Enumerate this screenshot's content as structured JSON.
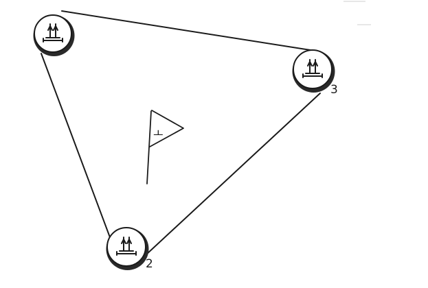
{
  "diagram": {
    "nodes": [
      {
        "id": "top-left",
        "label": ""
      },
      {
        "id": "bottom",
        "label": "2"
      },
      {
        "id": "right",
        "label": "3"
      }
    ],
    "flag": {
      "label": "ㅗ"
    },
    "colors": {
      "ink": "#1a1a1a",
      "paper": "#ffffff"
    },
    "icon": "seal-icon"
  }
}
